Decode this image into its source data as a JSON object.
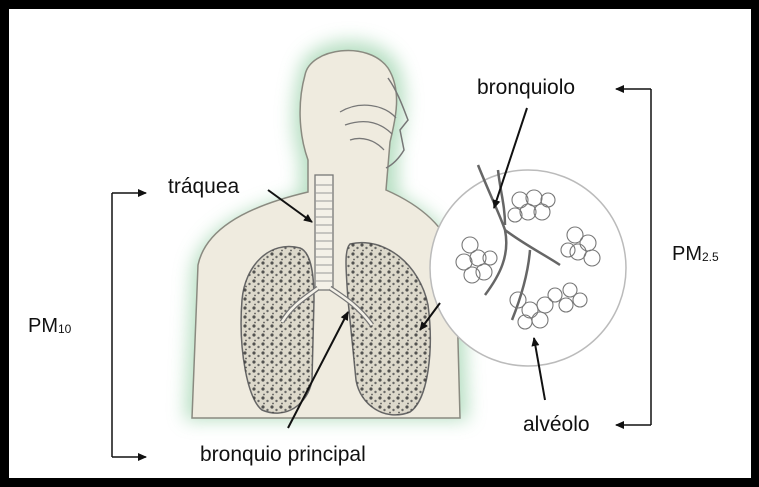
{
  "labels": {
    "bronquiolo": "bronquiolo",
    "traquea": "tráquea",
    "bronquio_principal": "bronquio principal",
    "alveolo": "alvéolo"
  },
  "pm10": {
    "prefix": "PM",
    "sub": "10"
  },
  "pm25": {
    "prefix": "PM",
    "sub": "2.5"
  },
  "colors": {
    "border": "#000000",
    "body_fill": "#efebdf",
    "glow": "#9fd4ae",
    "outline": "#555555",
    "lung_speckle": "#3a3a3a",
    "arrow": "#111111"
  }
}
